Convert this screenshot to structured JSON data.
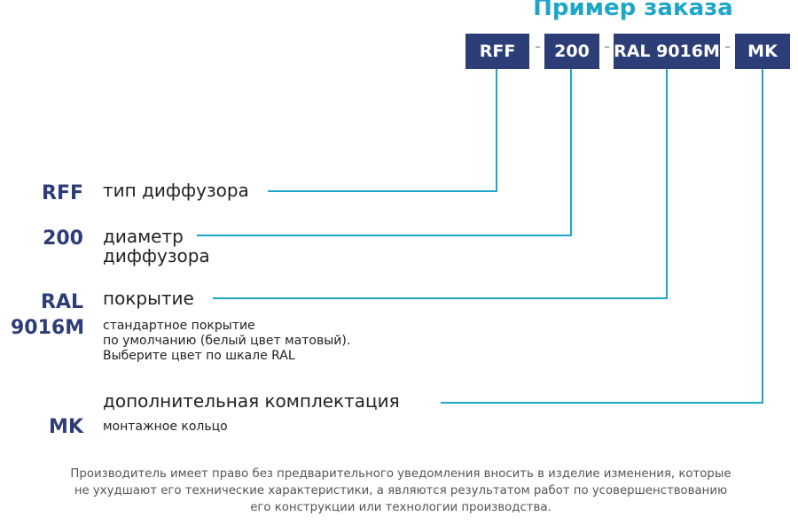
{
  "title": "Пример заказа",
  "boxes": [
    "RFF",
    "200",
    "RAL 9016M",
    "MK"
  ],
  "separator": "-",
  "rows": [
    {
      "code": "RFF",
      "label": "тип диффузора"
    },
    {
      "code": "200",
      "label_lines": [
        "диаметр",
        "диффузора"
      ]
    },
    {
      "code_lines": [
        "RAL",
        "9016M"
      ],
      "label": "покрытие",
      "description_lines": [
        "стандартное покрытие",
        "по умолчанию (белый цвет матовый).",
        "Выберите цвет по шкале RAL"
      ]
    },
    {
      "code": "MK",
      "label": "дополнительная комплектация",
      "description": "монтажное кольцо"
    }
  ],
  "footnote_lines": [
    "Производитель имеет право без предварительного уведомления вносить в изделие изменения, которые",
    "не ухудшают  его технические  характеристики, а являются результатом работ по усовершенствованию",
    "его конструкции или технологии производства."
  ],
  "colors": {
    "accent": "#1ea6c9",
    "box": "#2d3d78",
    "line": "#1ea6c9"
  }
}
